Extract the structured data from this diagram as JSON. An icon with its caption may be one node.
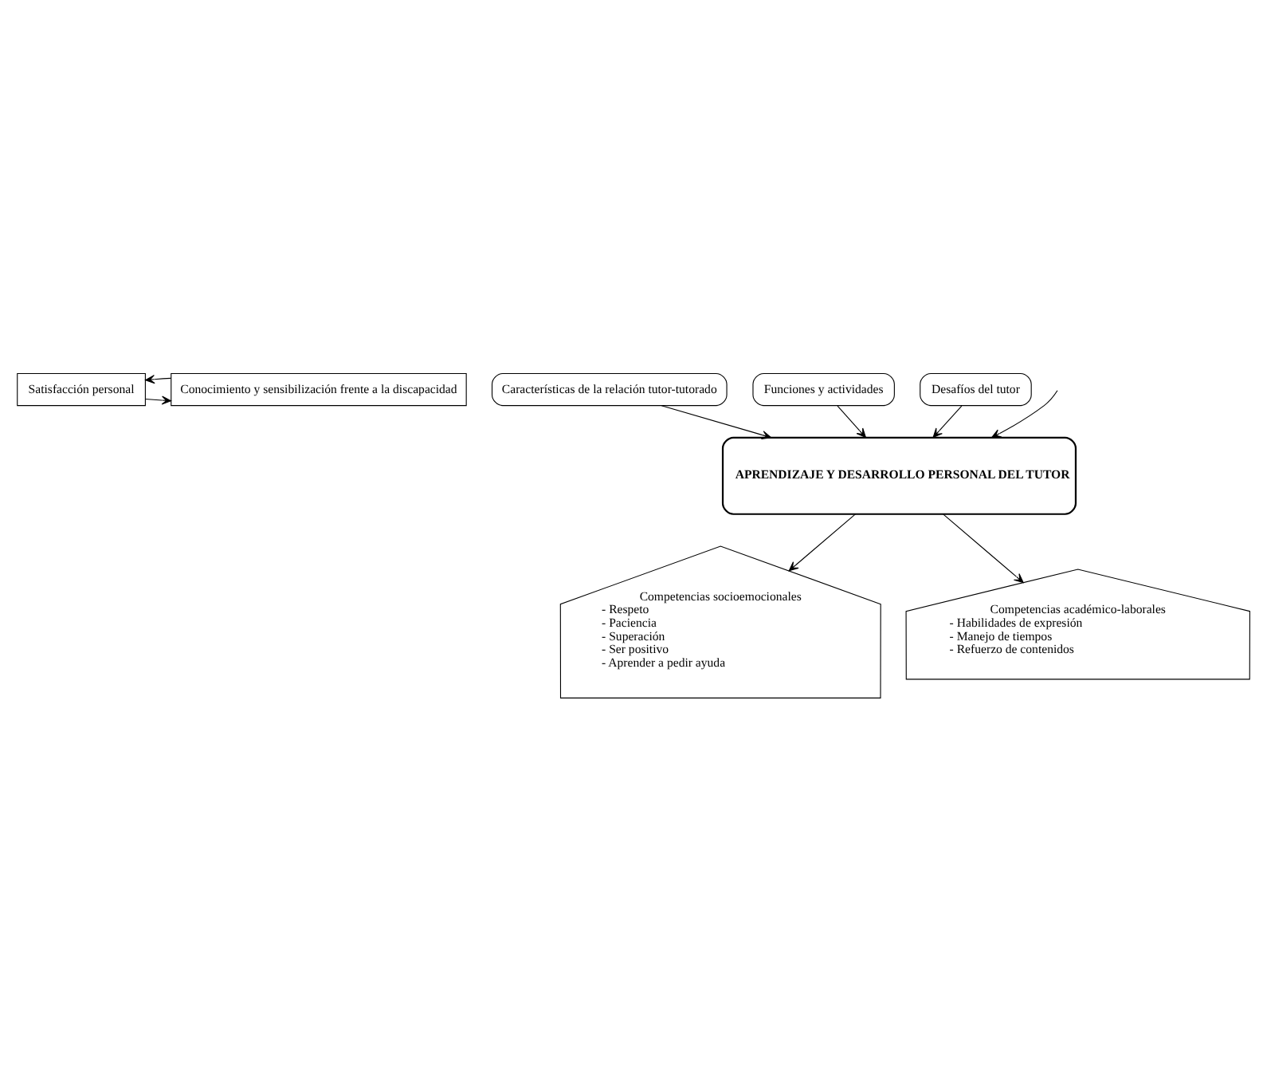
{
  "diagram": {
    "nodes": [
      {
        "text": [
          "Satisfacción personal"
        ]
      },
      {
        "text": [
          "Conocimiento y sensibilización frente a la discapacidad"
        ]
      },
      {
        "text": [
          "Características de la relación tutor-tutorado"
        ]
      },
      {
        "text": [
          "Funciones y actividades"
        ]
      },
      {
        "text": [
          "Desafíos del tutor"
        ]
      },
      {
        "text": [
          "APRENDIZAJE Y DESARROLLO PERSONAL DEL TUTOR"
        ]
      },
      {
        "text": [
          "Competencias socioemocionales",
          "- Respeto",
          "- Paciencia",
          "- Superación",
          "- Ser positivo",
          "- Aprender a pedir ayuda"
        ]
      },
      {
        "text": [
          "Competencias académico-laborales",
          "- Habilidades de expresión",
          "- Manejo de tiempos",
          "- Refuerzo de contenidos"
        ]
      }
    ],
    "edges": [
      {
        "from": 0,
        "to": 1,
        "arrow": "to"
      },
      {
        "from": 1,
        "to": 0,
        "arrow": "to"
      },
      {
        "from": 2,
        "to": 5,
        "arrow": "to"
      },
      {
        "from": 3,
        "to": 5,
        "arrow": "to"
      },
      {
        "from": 4,
        "to": 5,
        "arrow": "to"
      },
      {
        "from": null,
        "to": 5,
        "arrow": "to"
      },
      {
        "from": 5,
        "to": 6,
        "arrow": "to"
      },
      {
        "from": 5,
        "to": 7,
        "arrow": "to"
      }
    ]
  }
}
